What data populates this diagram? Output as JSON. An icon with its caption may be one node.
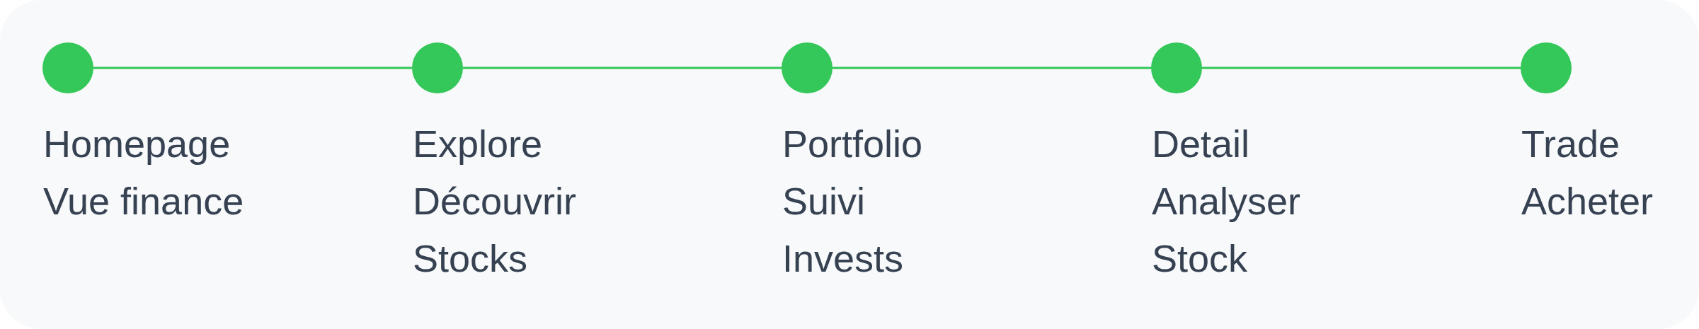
{
  "diagram": {
    "nodes": [
      {
        "text": [],
        "shape": "circle",
        "beside": [
          "Homepage",
          "Vue finance"
        ]
      },
      {
        "text": [],
        "shape": "circle",
        "beside": [
          "Explore",
          "Découvrir",
          "Stocks"
        ]
      },
      {
        "text": [],
        "shape": "circle",
        "beside": [
          "Portfolio",
          "Suivi",
          "Invests"
        ]
      },
      {
        "text": [],
        "shape": "circle",
        "beside": [
          "Detail",
          "Analyser",
          "Stock"
        ]
      },
      {
        "text": [],
        "shape": "circle",
        "beside": [
          "Trade",
          "Acheter"
        ]
      }
    ],
    "edges": [
      {
        "from": 0,
        "to": 1,
        "arrow": "none"
      },
      {
        "from": 1,
        "to": 2,
        "arrow": "none"
      },
      {
        "from": 2,
        "to": 3,
        "arrow": "none"
      },
      {
        "from": 3,
        "to": 4,
        "arrow": "none"
      }
    ]
  }
}
